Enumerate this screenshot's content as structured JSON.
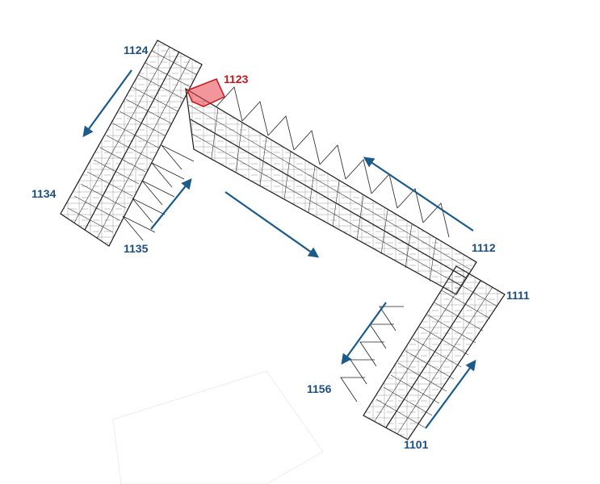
{
  "colors": {
    "label": "#1c4f7e",
    "highlight_label": "#c4161c",
    "highlight_fill": "#e8404a",
    "arrow": "#1c5a8a",
    "linework": "#1a1a1a"
  },
  "room_labels": {
    "r1124": "1124",
    "r1123": "1123",
    "r1134": "1134",
    "r1135": "1135",
    "r1112": "1112",
    "r1111": "1111",
    "r1156": "1156",
    "r1101": "1101"
  },
  "highlighted_room": "1123"
}
